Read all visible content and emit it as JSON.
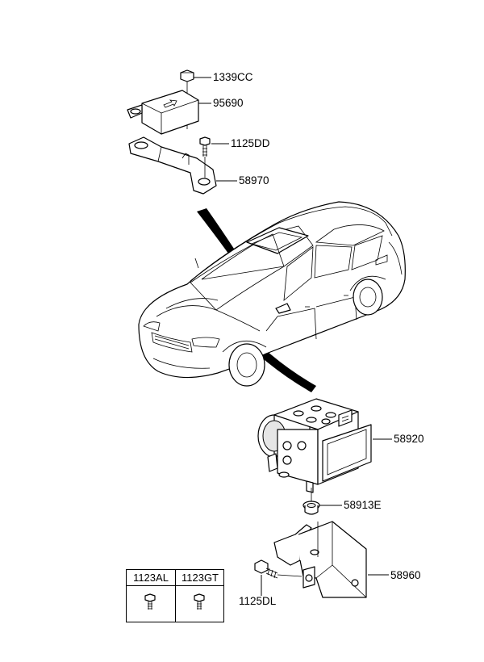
{
  "diagram": {
    "labels": {
      "nut": "1339CC",
      "sensor": "95690",
      "bolt_upper": "1125DD",
      "sensor_bracket": "58970",
      "hecu_module": "58920",
      "grommet": "58913E",
      "module_bracket": "58960",
      "bolt_lower": "1125DL"
    },
    "legend": {
      "columns": [
        "1123AL",
        "1123GT"
      ]
    }
  }
}
